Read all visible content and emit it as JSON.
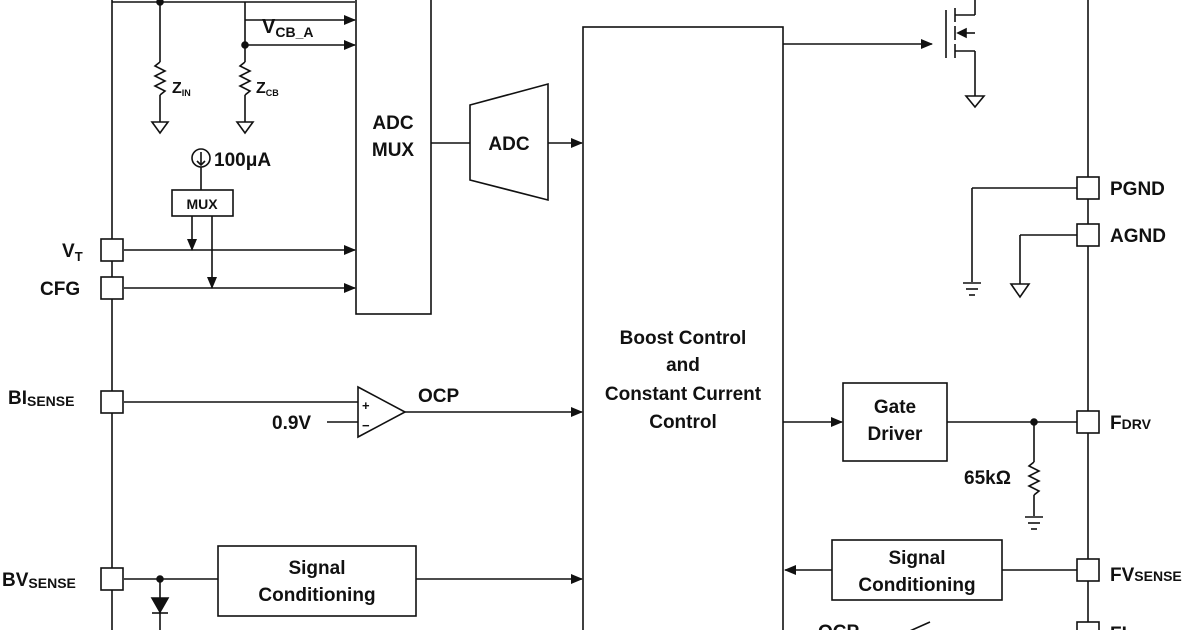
{
  "blocks": {
    "adc_mux": [
      "ADC",
      "MUX"
    ],
    "adc": "ADC",
    "boost": [
      "Boost Control",
      "and",
      "Constant Current",
      "Control"
    ],
    "gate_driver": [
      "Gate",
      "Driver"
    ],
    "sig_cond_left": [
      "Signal",
      "Conditioning"
    ],
    "sig_cond_right": [
      "Signal",
      "Conditioning"
    ],
    "mux": "MUX"
  },
  "pins": {
    "vt": {
      "main": "V",
      "sub": "T"
    },
    "cfg": "CFG",
    "bisense": {
      "main": "BI",
      "sub": "SENSE"
    },
    "bvsense": {
      "main": "BV",
      "sub": "SENSE"
    },
    "pgnd": "PGND",
    "agnd": "AGND",
    "fdrv": {
      "main": "F",
      "sub": "DRV"
    },
    "fvsense": {
      "main": "FV",
      "sub": "SENSE"
    },
    "fi_partial": "FI"
  },
  "labels": {
    "vcb_a": {
      "main": "V",
      "sub": "CB_A"
    },
    "zin": {
      "main": "Z",
      "sub": "IN"
    },
    "zcb": {
      "main": "Z",
      "sub": "CB"
    },
    "current_source": "100μA",
    "ocp": "OCP",
    "ocp_bottom": "OCP",
    "ref_voltage": "0.9V",
    "resistor": "65kΩ",
    "comp_plus": "+",
    "comp_minus": "−"
  },
  "colors": {
    "line": "#111111",
    "background": "#ffffff"
  }
}
